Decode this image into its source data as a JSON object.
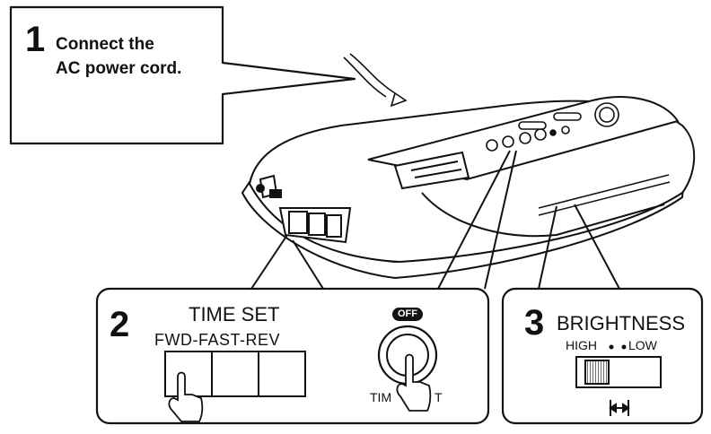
{
  "step1": {
    "number": "1",
    "lines": [
      "Connect the",
      "AC power cord."
    ]
  },
  "step2": {
    "number": "2",
    "title": "TIME SET",
    "switch_labels": "FWD-FAST-REV",
    "button_badge": "OFF",
    "button_label_left": "TIM",
    "button_label_right": "T"
  },
  "step3": {
    "number": "3",
    "title": "BRIGHTNESS",
    "high_label": "HIGH",
    "low_label": "LOW"
  }
}
